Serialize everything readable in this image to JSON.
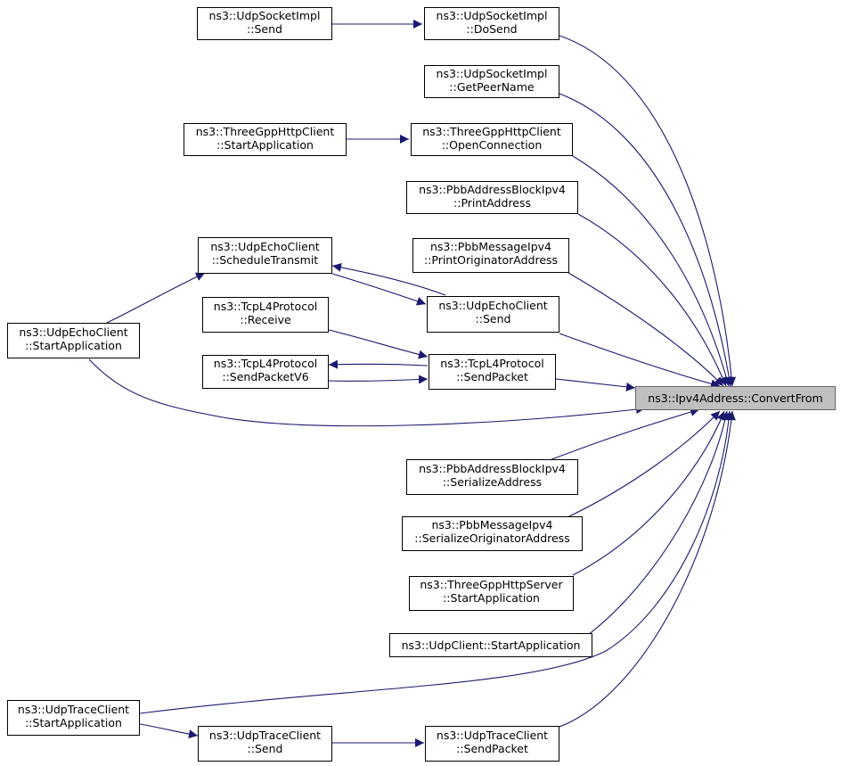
{
  "colors": {
    "edge": "#191970",
    "target_fill": "#bfbfbf",
    "node_border": "#000000"
  },
  "nodes": {
    "target": {
      "line1": "ns3::Ipv4Address::ConvertFrom",
      "line2": ""
    },
    "us_send": {
      "line1": "ns3::UdpSocketImpl",
      "line2": "::Send"
    },
    "us_dosend": {
      "line1": "ns3::UdpSocketImpl",
      "line2": "::DoSend"
    },
    "us_peer": {
      "line1": "ns3::UdpSocketImpl",
      "line2": "::GetPeerName"
    },
    "thc_start": {
      "line1": "ns3::ThreeGppHttpClient",
      "line2": "::StartApplication"
    },
    "thc_open": {
      "line1": "ns3::ThreeGppHttpClient",
      "line2": "::OpenConnection"
    },
    "pab_print": {
      "line1": "ns3::PbbAddressBlockIpv4",
      "line2": "::PrintAddress"
    },
    "uec_sched": {
      "line1": "ns3::UdpEchoClient",
      "line2": "::ScheduleTransmit"
    },
    "pbm_print": {
      "line1": "ns3::PbbMessageIpv4",
      "line2": "::PrintOriginatorAddress"
    },
    "uec_start": {
      "line1": "ns3::UdpEchoClient",
      "line2": "::StartApplication"
    },
    "tcp_recv": {
      "line1": "ns3::TcpL4Protocol",
      "line2": "::Receive"
    },
    "uec_send": {
      "line1": "ns3::UdpEchoClient",
      "line2": "::Send"
    },
    "tcp_v6": {
      "line1": "ns3::TcpL4Protocol",
      "line2": "::SendPacketV6"
    },
    "tcp_send": {
      "line1": "ns3::TcpL4Protocol",
      "line2": "::SendPacket"
    },
    "pab_ser": {
      "line1": "ns3::PbbAddressBlockIpv4",
      "line2": "::SerializeAddress"
    },
    "pbm_ser": {
      "line1": "ns3::PbbMessageIpv4",
      "line2": "::SerializeOriginatorAddress"
    },
    "ths_start": {
      "line1": "ns3::ThreeGppHttpServer",
      "line2": "::StartApplication"
    },
    "uc_start": {
      "line1": "ns3::UdpClient::StartApplication",
      "line2": ""
    },
    "utc_start": {
      "line1": "ns3::UdpTraceClient",
      "line2": "::StartApplication"
    },
    "utc_send": {
      "line1": "ns3::UdpTraceClient",
      "line2": "::Send"
    },
    "utc_sendpkt": {
      "line1": "ns3::UdpTraceClient",
      "line2": "::SendPacket"
    }
  }
}
